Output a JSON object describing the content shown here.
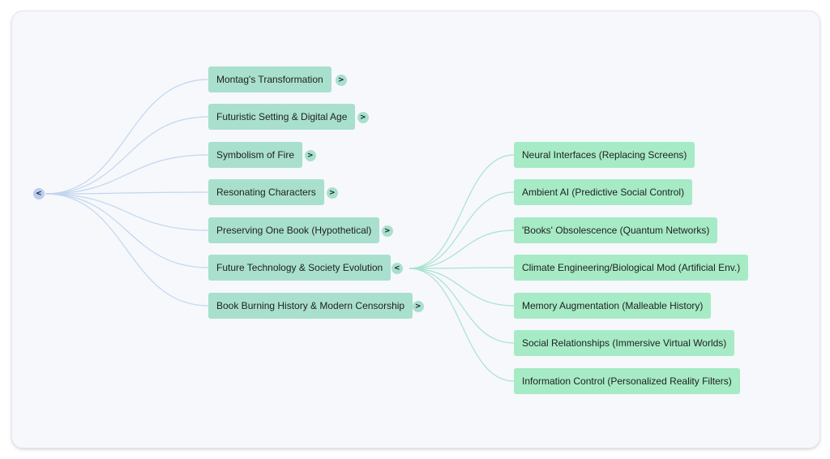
{
  "root": {
    "toggle": "<"
  },
  "branches": [
    {
      "label": "Montag's Transformation",
      "toggle": ">"
    },
    {
      "label": "Futuristic Setting & Digital Age",
      "toggle": ">"
    },
    {
      "label": "Symbolism of Fire",
      "toggle": ">"
    },
    {
      "label": "Resonating Characters",
      "toggle": ">"
    },
    {
      "label": "Preserving One Book (Hypothetical)",
      "toggle": ">"
    },
    {
      "label": "Future Technology & Society Evolution",
      "toggle": "<"
    },
    {
      "label": "Book Burning History & Modern Censorship",
      "toggle": ">"
    }
  ],
  "children": [
    {
      "label": "Neural Interfaces (Replacing Screens)"
    },
    {
      "label": "Ambient AI (Predictive Social Control)"
    },
    {
      "label": "'Books' Obsolescence (Quantum Networks)"
    },
    {
      "label": "Climate Engineering/Biological Mod (Artificial Env.)"
    },
    {
      "label": "Memory Augmentation (Malleable History)"
    },
    {
      "label": "Social Relationships (Immersive Virtual Worlds)"
    },
    {
      "label": "Information Control (Personalized Reality Filters)"
    }
  ],
  "colors": {
    "root_link": "#c2d6ee",
    "child_link": "#a9e2cf",
    "branch_node": "#a8e0cd",
    "child_node": "#a6ebc5",
    "root_toggle": "#b8cdf0"
  }
}
